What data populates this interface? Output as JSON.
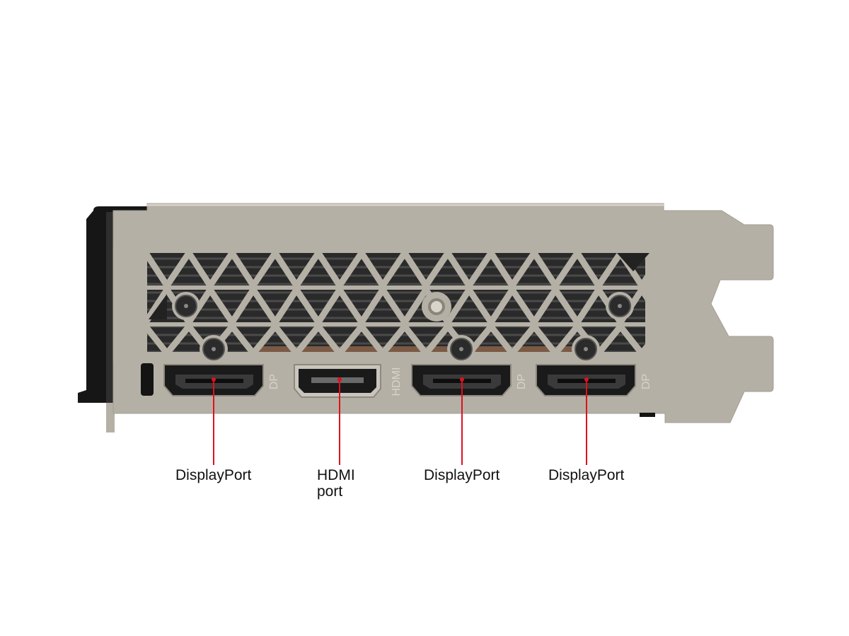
{
  "bracket_text": {
    "dp1": "DP",
    "hdmi": "HDMI",
    "dp2": "DP",
    "dp3": "DP"
  },
  "callouts": {
    "dp1": {
      "text": "DisplayPort"
    },
    "hdmi": {
      "line1": "HDMI",
      "line2": "port"
    },
    "dp2": {
      "text": "DisplayPort"
    },
    "dp3": {
      "text": "DisplayPort"
    }
  },
  "colors": {
    "bracket": "#b5b0a5",
    "bracket_edge": "#cfcbc2",
    "dark": "#1a1a1a",
    "callout_line": "#e0101e"
  }
}
